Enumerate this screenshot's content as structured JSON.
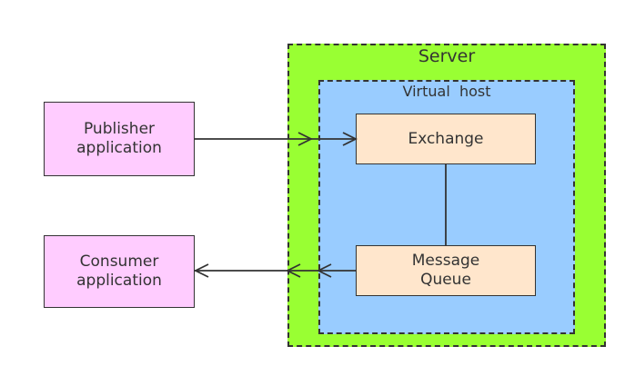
{
  "diagram": {
    "server": {
      "label": "Server",
      "fill": "#99ff33"
    },
    "virtual_host": {
      "label": "Virtual  host",
      "fill": "#99ccff"
    },
    "publisher": {
      "label": "Publisher\napplication",
      "fill": "#ffccff"
    },
    "consumer": {
      "label": "Consumer\napplication",
      "fill": "#ffccff"
    },
    "exchange": {
      "label": "Exchange",
      "fill": "#ffe6cc"
    },
    "queue": {
      "label": "Message\nQueue",
      "fill": "#ffe6cc"
    },
    "edges": [
      {
        "from": "publisher",
        "to": "exchange"
      },
      {
        "from": "exchange",
        "to": "queue"
      },
      {
        "from": "queue",
        "to": "consumer"
      }
    ]
  }
}
